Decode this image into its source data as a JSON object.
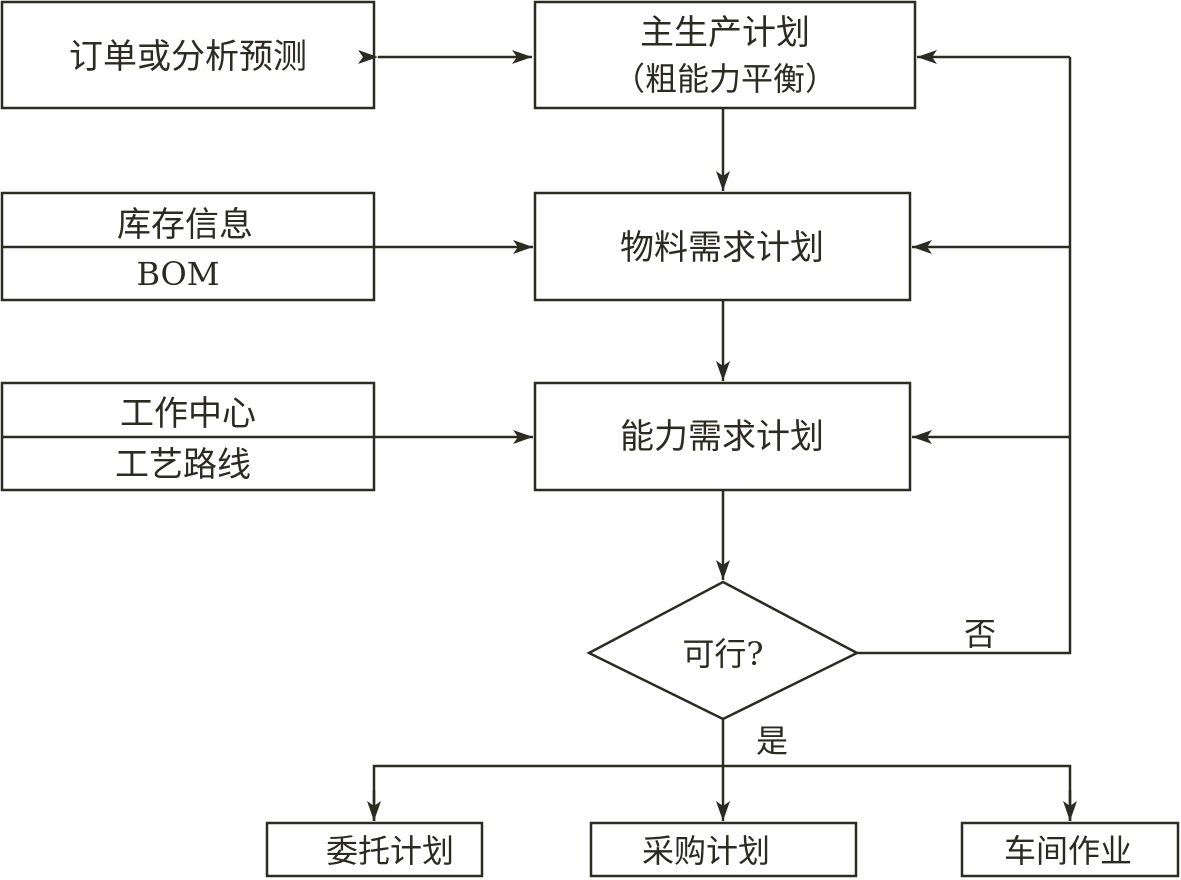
{
  "boxes": {
    "orders": "订单或分析预测",
    "mps_line1": "主生产计划",
    "mps_line2": "（粗能力平衡）",
    "inventory": "库存信息",
    "bom": "BOM",
    "mrp": "物料需求计划",
    "work_center": "工作中心",
    "routing": "工艺路线",
    "crp": "能力需求计划",
    "decision": "可行?",
    "no_label": "否",
    "yes_label": "是",
    "outsourcing": "委托计划",
    "purchasing": "采购计划",
    "workshop": "车间作业"
  },
  "colors": {
    "stroke": "#2b2b22",
    "background": "#ffffff"
  }
}
